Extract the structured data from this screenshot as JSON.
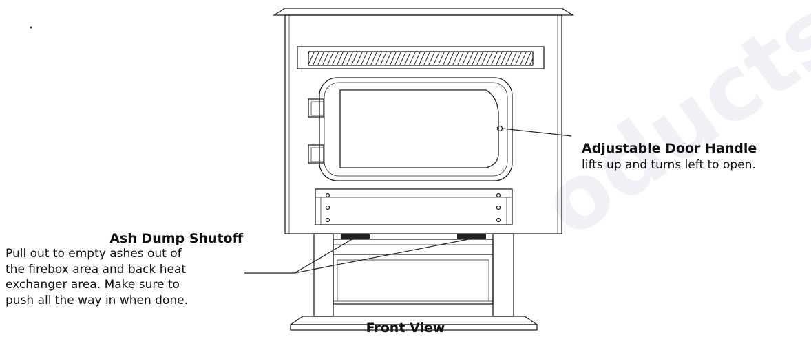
{
  "callouts": {
    "door_handle": {
      "title": "Adjustable Door Handle",
      "text": "lifts up and turns left to open."
    },
    "ash_dump": {
      "title": "Ash Dump Shutoff",
      "lines": [
        "Pull out to empty ashes out of",
        "the firebox area and back heat",
        "exchanger area.  Make sure to",
        "push all the way in when done."
      ]
    }
  },
  "caption": "Front View",
  "watermark": "oducts"
}
